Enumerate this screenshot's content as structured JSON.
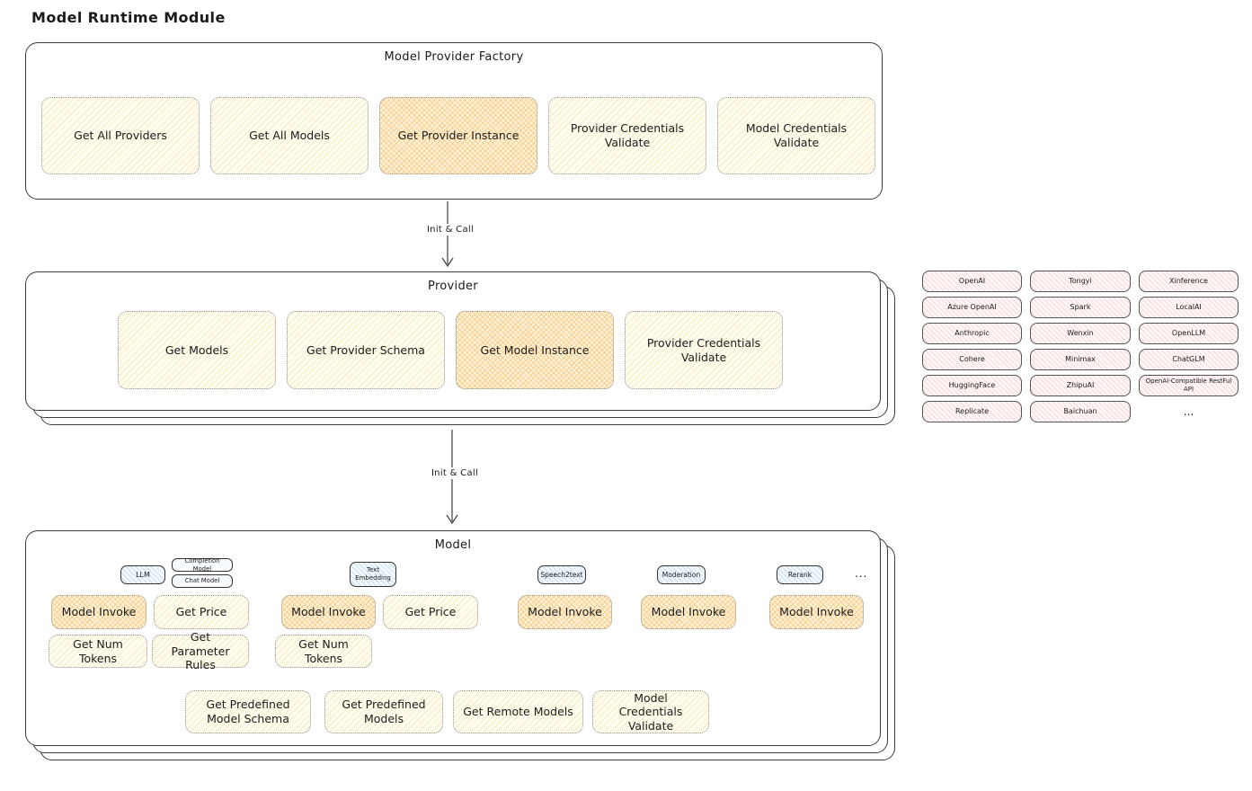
{
  "page_title": "Model Runtime Module",
  "colors": {
    "node_yellow": "#fdf6d8",
    "node_orange_highlight": "#f9d793",
    "provider_pink": "#fbe9e9",
    "tag_blue": "#d9ebf8",
    "outline": "#3d3d3d"
  },
  "factory": {
    "title": "Model Provider Factory",
    "items": [
      {
        "label": "Get All Providers",
        "highlighted": false
      },
      {
        "label": "Get All Models",
        "highlighted": false
      },
      {
        "label": "Get Provider Instance",
        "highlighted": true
      },
      {
        "label": "Provider Credentials Validate",
        "highlighted": false
      },
      {
        "label": "Model Credentials Validate",
        "highlighted": false
      }
    ]
  },
  "arrow1": {
    "label": "Init & Call"
  },
  "provider": {
    "title": "Provider",
    "items": [
      {
        "label": "Get Models",
        "highlighted": false
      },
      {
        "label": "Get Provider Schema",
        "highlighted": false
      },
      {
        "label": "Get Model Instance",
        "highlighted": true
      },
      {
        "label": "Provider Credentials Validate",
        "highlighted": false
      }
    ]
  },
  "provider_list": {
    "cells": [
      "OpenAI",
      "Tongyi",
      "Xinference",
      "Azure OpenAI",
      "Spark",
      "LocalAI",
      "Anthropic",
      "Wenxin",
      "OpenLLM",
      "Cohere",
      "Minimax",
      "ChatGLM",
      "HuggingFace",
      "ZhipuAI",
      "OpenAI-Compatible RestFul API",
      "Replicate",
      "Baichuan"
    ],
    "more": "..."
  },
  "arrow2": {
    "label": "Init & Call"
  },
  "model": {
    "title": "Model",
    "tags": {
      "llm": "LLM",
      "completion_model": "Completion Model",
      "chat_model": "Chat Model",
      "text_embedding": "Text Embedding",
      "speech2text": "Speech2text",
      "moderation": "Moderation",
      "rerank": "Rerank",
      "more": "..."
    },
    "ops": {
      "model_invoke": "Model Invoke",
      "get_price": "Get Price",
      "get_num_tokens": "Get Num Tokens",
      "get_parameter_rules": "Get Parameter Rules"
    },
    "shared": [
      "Get Predefined Model Schema",
      "Get Predefined Models",
      "Get Remote Models",
      "Model Credentials Validate"
    ]
  }
}
